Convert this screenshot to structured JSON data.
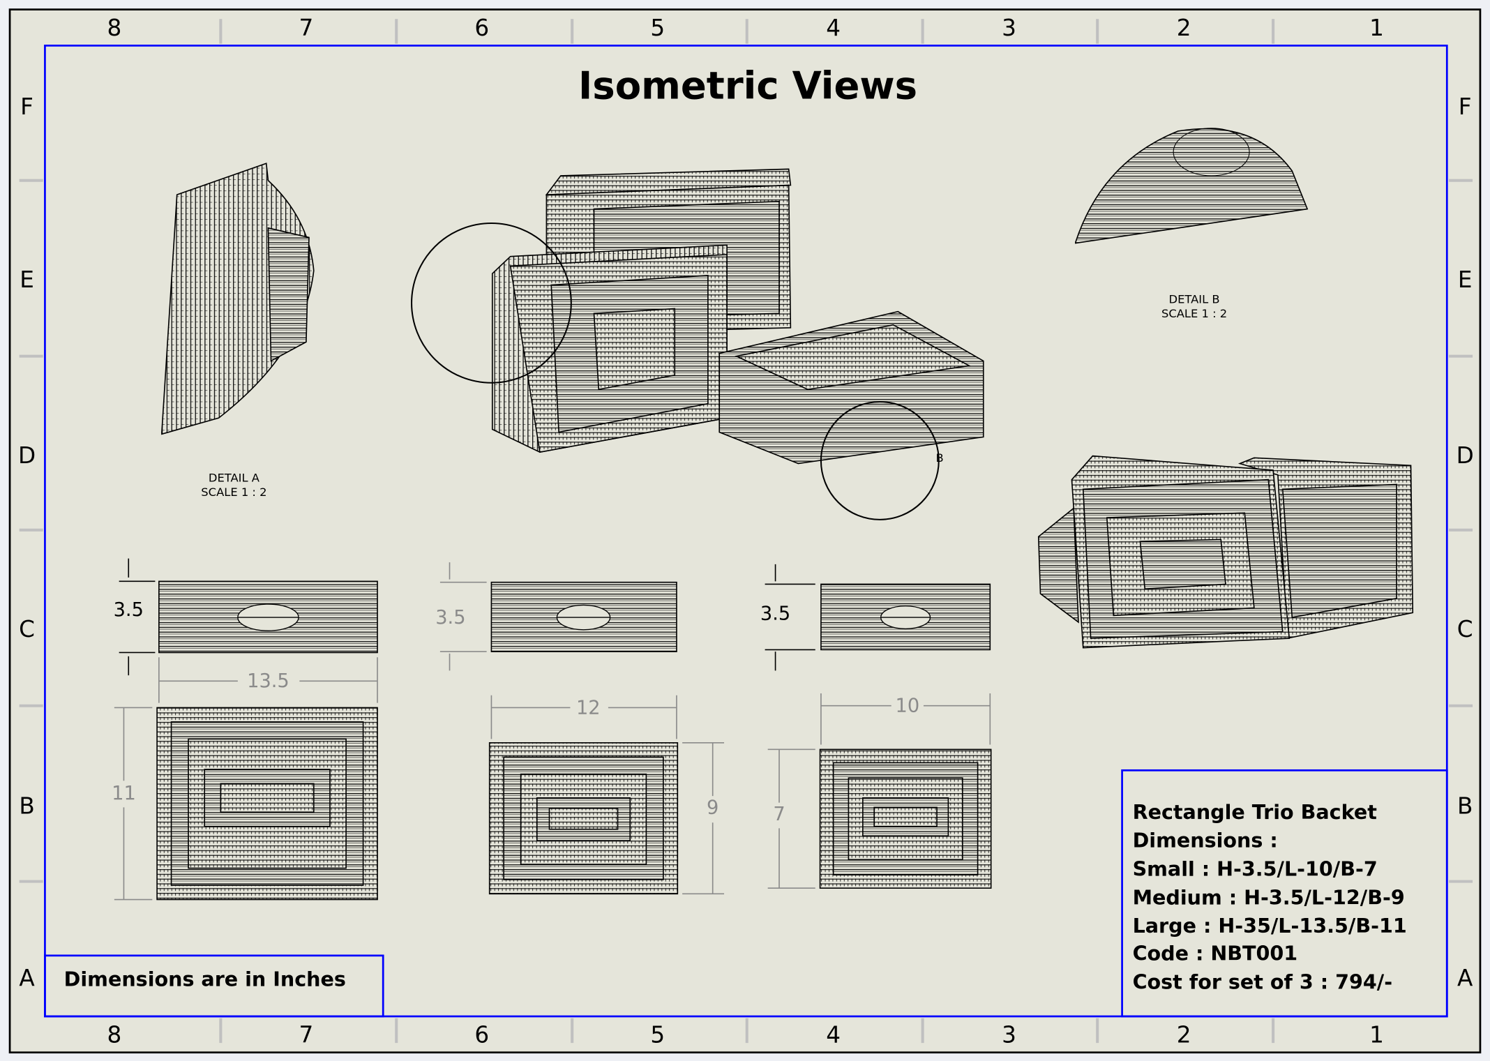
{
  "sheet": {
    "title": "Isometric Views",
    "column_labels": [
      "8",
      "7",
      "6",
      "5",
      "4",
      "3",
      "2",
      "1"
    ],
    "row_labels": [
      "F",
      "E",
      "D",
      "C",
      "B",
      "A"
    ],
    "border_color": "#0000ff",
    "paper_color": "#e5e5da"
  },
  "details": {
    "a": {
      "name": "DETAIL A",
      "scale": "SCALE 1 : 2"
    },
    "b": {
      "name": "DETAIL B",
      "scale": "SCALE 1 : 2",
      "marker": "B"
    }
  },
  "dimensions": {
    "large": {
      "height": "3.5",
      "length": "13.5",
      "breadth": "11"
    },
    "medium": {
      "height": "3.5",
      "length": "12",
      "breadth": "9"
    },
    "small": {
      "height": "3.5",
      "length": "10",
      "breadth": "7"
    }
  },
  "units_note": "Dimensions are in Inches",
  "title_block": {
    "lines": [
      "Rectangle Trio Backet",
      "Dimensions :",
      "Small : H-3.5/L-10/B-7",
      "Medium : H-3.5/L-12/B-9",
      "Large : H-35/L-13.5/B-11",
      "Code : NBT001",
      "Cost for set of 3 : 794/-"
    ]
  }
}
